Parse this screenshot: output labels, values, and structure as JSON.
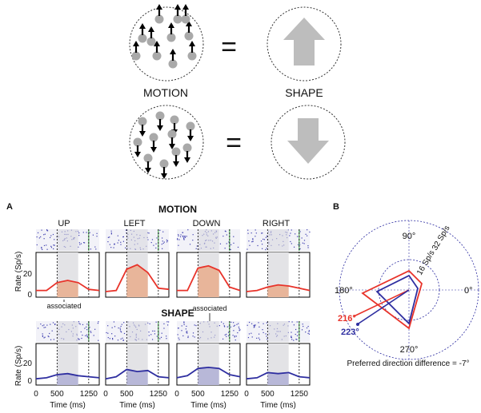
{
  "schematic": {
    "motion_label": "MOTION",
    "shape_label": "SHAPE",
    "equals_symbol": "="
  },
  "panel_a": {
    "label": "A",
    "motion_title": "MOTION",
    "shape_title": "SHAPE",
    "directions": [
      "UP",
      "LEFT",
      "DOWN",
      "RIGHT"
    ],
    "ylabel": "Rate (Sp/s)",
    "yticks": [
      "20",
      "0"
    ],
    "xlabel": "Time (ms)",
    "xtick_labels": [
      "0",
      "500",
      "1250"
    ],
    "associated_label": "associated",
    "colors": {
      "motion": "#e8332a",
      "shape": "#2e2ea0",
      "motion_fill": "#e8b59a",
      "shape_fill": "#b8b8d8"
    }
  },
  "panel_b": {
    "label": "B",
    "angle_labels": {
      "a90": "90°",
      "a0": "0°",
      "a180": "180°",
      "a270": "270°"
    },
    "ring_labels": [
      "32 Sp/s",
      "16 Sp/s"
    ],
    "motion_pref": "216°",
    "shape_pref": "223°",
    "caption": "Preferred direction difference = -7°"
  },
  "chart_data": [
    {
      "type": "line",
      "title": "MOTION",
      "xlabel": "Time (ms)",
      "ylabel": "Rate (Sp/s)",
      "x": [
        0,
        250,
        500,
        750,
        1000,
        1250,
        1500
      ],
      "series": [
        {
          "name": "UP",
          "values": [
            6,
            6,
            13,
            15,
            13,
            7,
            6
          ]
        },
        {
          "name": "LEFT",
          "values": [
            5,
            6,
            25,
            29,
            22,
            8,
            7
          ]
        },
        {
          "name": "DOWN",
          "values": [
            6,
            6,
            26,
            28,
            24,
            9,
            6
          ]
        },
        {
          "name": "RIGHT",
          "values": [
            5,
            6,
            9,
            11,
            10,
            8,
            6
          ]
        }
      ]
    },
    {
      "type": "line",
      "title": "SHAPE",
      "xlabel": "Time (ms)",
      "ylabel": "Rate (Sp/s)",
      "x": [
        0,
        250,
        500,
        750,
        1000,
        1250,
        1500
      ],
      "series": [
        {
          "name": "UP",
          "values": [
            6,
            7,
            10,
            11,
            9,
            8,
            7
          ]
        },
        {
          "name": "LEFT",
          "values": [
            6,
            8,
            15,
            13,
            14,
            8,
            7
          ]
        },
        {
          "name": "DOWN",
          "values": [
            7,
            9,
            16,
            17,
            16,
            10,
            8
          ]
        },
        {
          "name": "RIGHT",
          "values": [
            6,
            7,
            12,
            11,
            12,
            8,
            7
          ]
        }
      ]
    }
  ]
}
